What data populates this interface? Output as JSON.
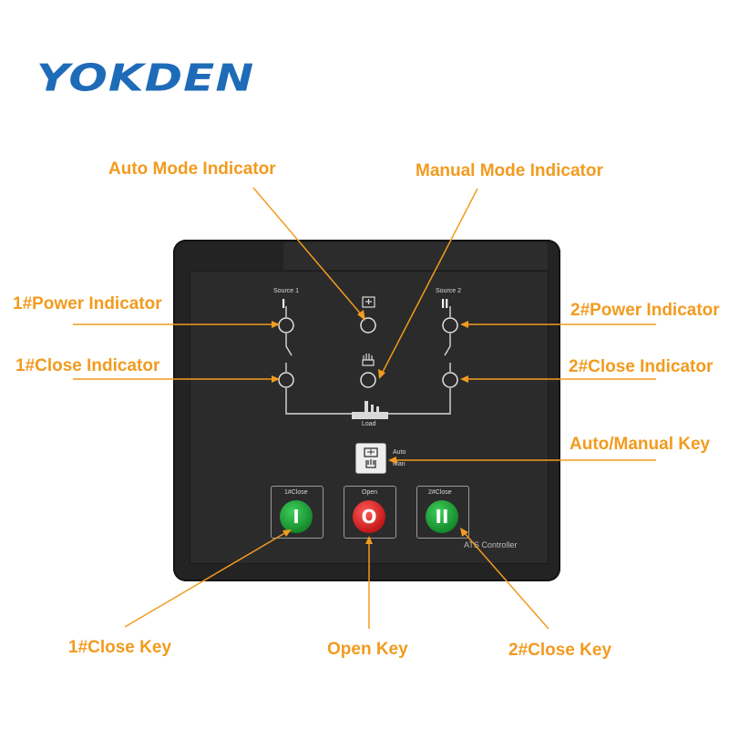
{
  "brand": {
    "name": "YOKDEN"
  },
  "callouts": {
    "auto_mode_indicator": "Auto Mode Indicator",
    "manual_mode_indicator": "Manual Mode Indicator",
    "power_indicator_1": "1#Power Indicator",
    "power_indicator_2": "2#Power Indicator",
    "close_indicator_1": "1#Close Indicator",
    "close_indicator_2": "2#Close Indicator",
    "auto_manual_key": "Auto/Manual Key",
    "close_key_1": "1#Close Key",
    "open_key": "Open Key",
    "close_key_2": "2#Close Key"
  },
  "panel": {
    "source1_label": "Source 1",
    "source1_symbol": "I",
    "source2_label": "Source 2",
    "source2_symbol": "II",
    "load_label": "Load",
    "auto_label": "Auto",
    "man_label": "Man",
    "key1_label": "1#Close",
    "key1_symbol": "I",
    "open_label": "Open",
    "open_symbol": "O",
    "key2_label": "2#Close",
    "key2_symbol": "II",
    "controller_label": "ATS Controller"
  },
  "colors": {
    "brand_blue": "#1e6bb8",
    "callout_orange": "#f29b1f",
    "panel_black": "#232323",
    "key_green": "#1fa33a",
    "key_red": "#d92424"
  },
  "icons": {
    "auto_mode": "auto-mode-generator-icon",
    "manual_mode": "hand-icon",
    "load": "factory-icon"
  }
}
